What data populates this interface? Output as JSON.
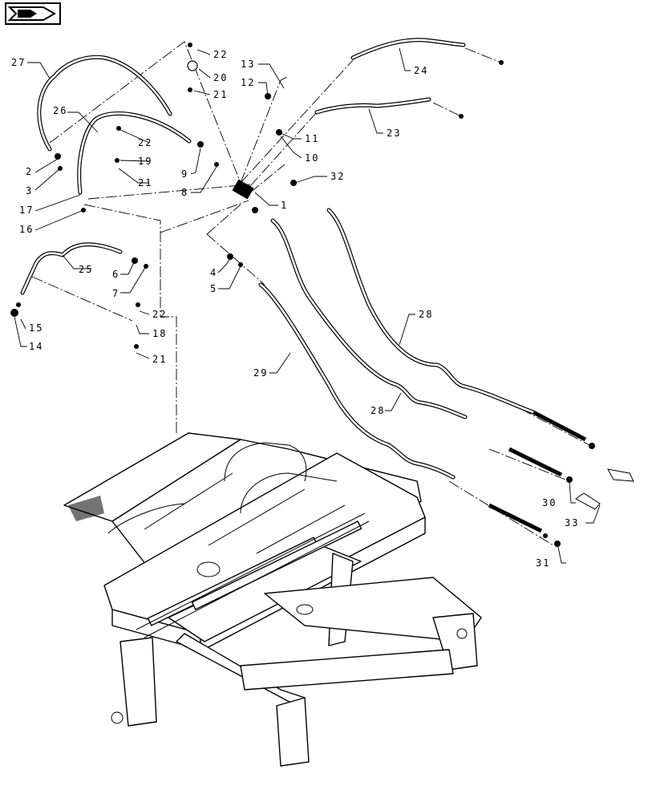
{
  "nav": {
    "icon": "page-back-arrow-icon"
  },
  "callouts": {
    "c1": "1",
    "c2": "2",
    "c3": "3",
    "c4": "4",
    "c5": "5",
    "c6": "6",
    "c7": "7",
    "c8": "8",
    "c9": "9",
    "c10": "10",
    "c11": "11",
    "c12": "12",
    "c13": "13",
    "c14": "14",
    "c15": "15",
    "c16": "16",
    "c17": "17",
    "c18": "18",
    "c19": "19",
    "c20": "20",
    "c21a": "21",
    "c21b": "21",
    "c21c": "21",
    "c22a": "22",
    "c22b": "22",
    "c22c": "22",
    "c23": "23",
    "c24": "24",
    "c25": "25",
    "c26": "26",
    "c27": "27",
    "c28a": "28",
    "c28b": "28",
    "c29": "29",
    "c30": "30",
    "c31": "31",
    "c32": "32",
    "c33": "33"
  }
}
